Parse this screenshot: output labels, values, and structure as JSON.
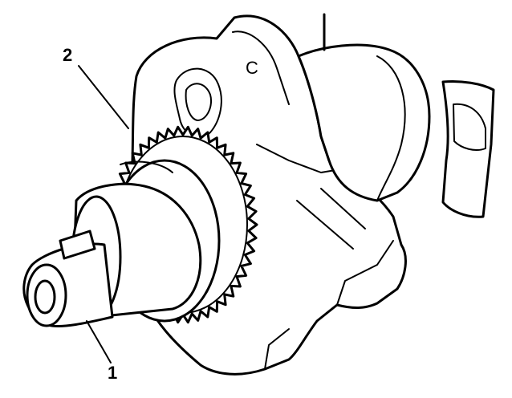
{
  "diagram": {
    "subject": "crankshaft-front-end",
    "callouts": [
      {
        "id": "1",
        "label": "1"
      },
      {
        "id": "2",
        "label": "2"
      }
    ],
    "web_marking": "C",
    "colors": {
      "ink": "#000000",
      "paper": "#ffffff"
    }
  }
}
